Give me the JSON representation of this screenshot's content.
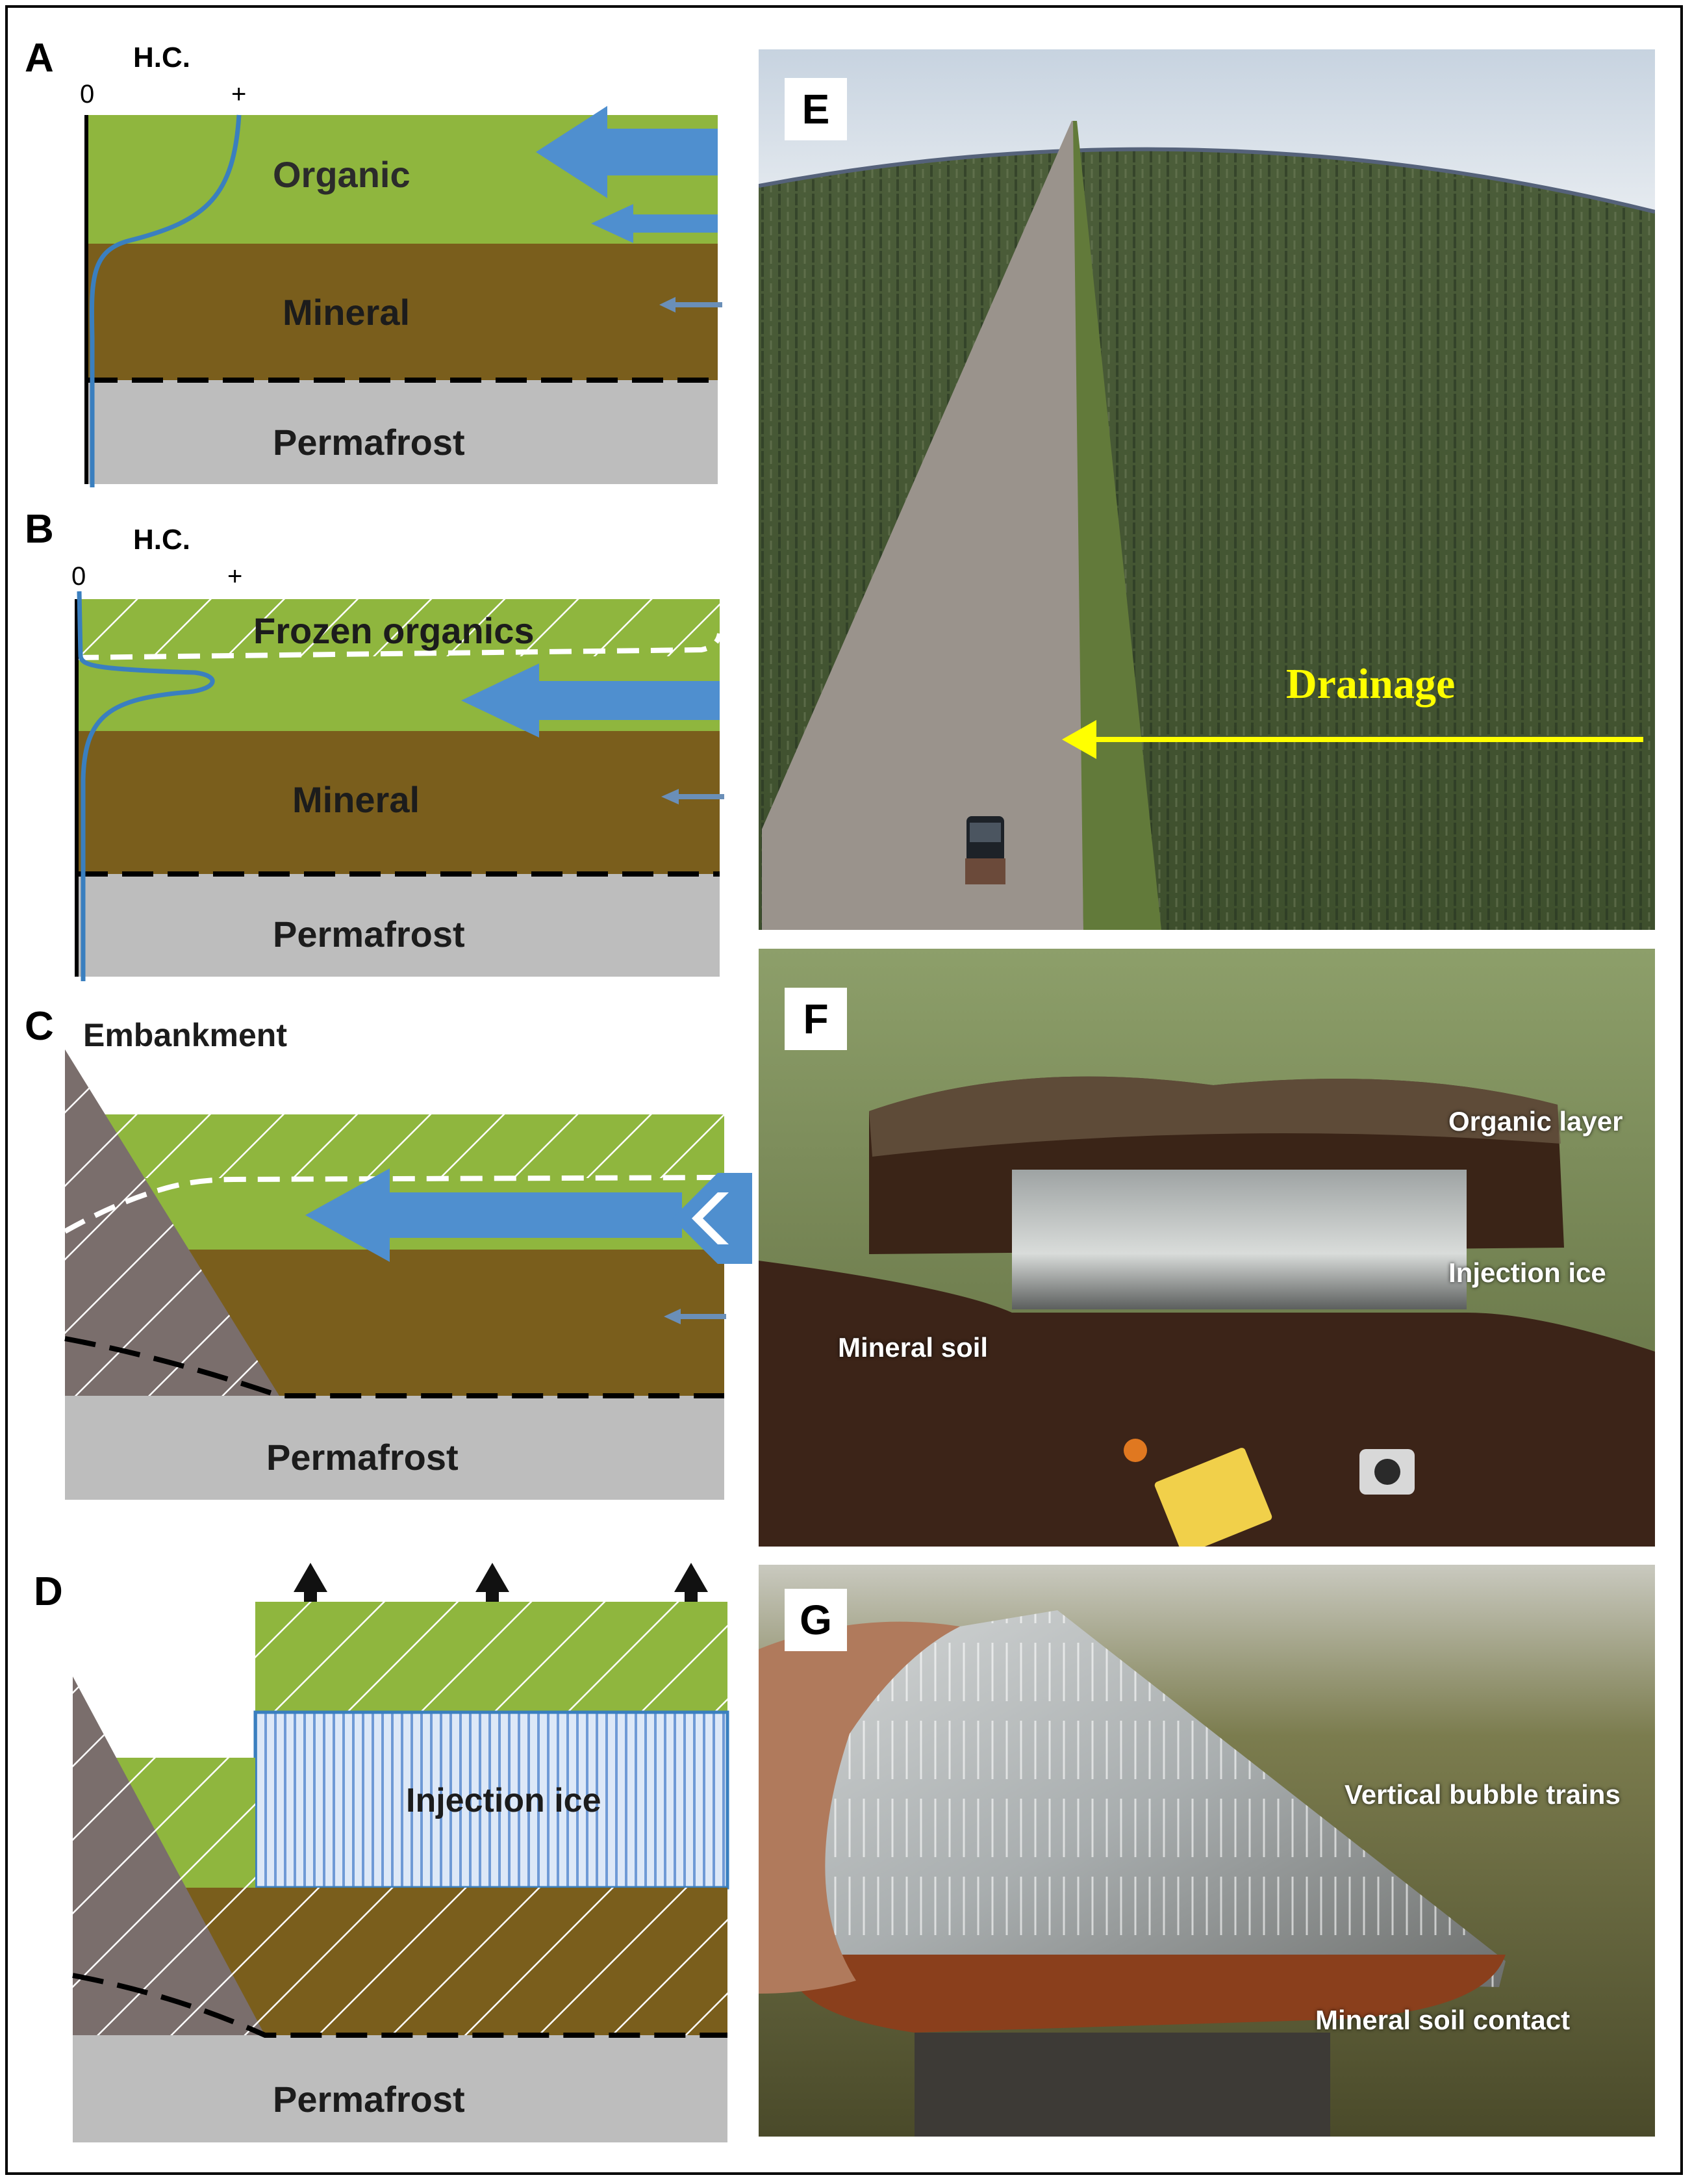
{
  "panels": {
    "A": {
      "label": "A",
      "hc": "H.C.",
      "zero": "0",
      "plus": "+",
      "organic": "Organic",
      "mineral": "Mineral",
      "permafrost": "Permafrost"
    },
    "B": {
      "label": "B",
      "hc": "H.C.",
      "zero": "0",
      "plus": "+",
      "frozen": "Frozen organics",
      "mineral": "Mineral",
      "permafrost": "Permafrost"
    },
    "C": {
      "label": "C",
      "embankment": "Embankment",
      "permafrost": "Permafrost"
    },
    "D": {
      "label": "D",
      "injection_ice": "Injection ice",
      "permafrost": "Permafrost"
    },
    "E": {
      "label": "E",
      "drainage": "Drainage"
    },
    "F": {
      "label": "F",
      "organic_layer": "Organic layer",
      "injection_ice": "Injection ice",
      "mineral_soil": "Mineral soil"
    },
    "G": {
      "label": "G",
      "bubbles": "Vertical bubble trains",
      "contact": "Mineral soil contact"
    }
  },
  "colors": {
    "organic": "#8fb63e",
    "mineral": "#7a5e1c",
    "permafrost": "#bdbdbd",
    "embankment": "#7a6e6c",
    "flow_arrow": "#4f8fcf",
    "hc_curve": "#3a7fbf",
    "drainage": "#ffff00"
  }
}
